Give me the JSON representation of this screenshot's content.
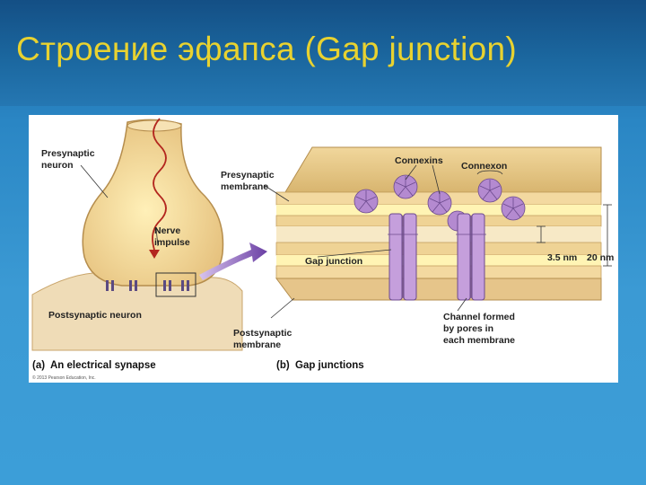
{
  "slide": {
    "title": "Строение эфапса (Gap junction)"
  },
  "figure": {
    "panel_a": {
      "label_presynaptic_neuron_line1": "Presynaptic",
      "label_presynaptic_neuron_line2": "neuron",
      "label_nerve_impulse_line1": "Nerve",
      "label_nerve_impulse_line2": "impulse",
      "label_postsynaptic_neuron": "Postsynaptic neuron",
      "caption_letter": "(a)",
      "caption_text": "An electrical synapse"
    },
    "panel_b": {
      "label_presynaptic_membrane_line1": "Presynaptic",
      "label_presynaptic_membrane_line2": "membrane",
      "label_connexins": "Connexins",
      "label_connexon": "Connexon",
      "label_gap_junction": "Gap junction",
      "label_3_5nm": "3.5 nm",
      "label_20nm": "20 nm",
      "label_postsynaptic_membrane_line1": "Postsynaptic",
      "label_postsynaptic_membrane_line2": "membrane",
      "label_channel_line1": "Channel formed",
      "label_channel_line2": "by pores in",
      "label_channel_line3": "each membrane",
      "caption_letter": "(b)",
      "caption_text": "Gap junctions"
    },
    "copyright": "© 2013 Pearson Education, Inc."
  },
  "colors": {
    "title": "#e8d230",
    "membrane_tan": "#e9c98e",
    "membrane_yellow": "#fff3b0",
    "connexin_purple": "#b48ad0",
    "arrow_purple": "#7a4fb0"
  }
}
